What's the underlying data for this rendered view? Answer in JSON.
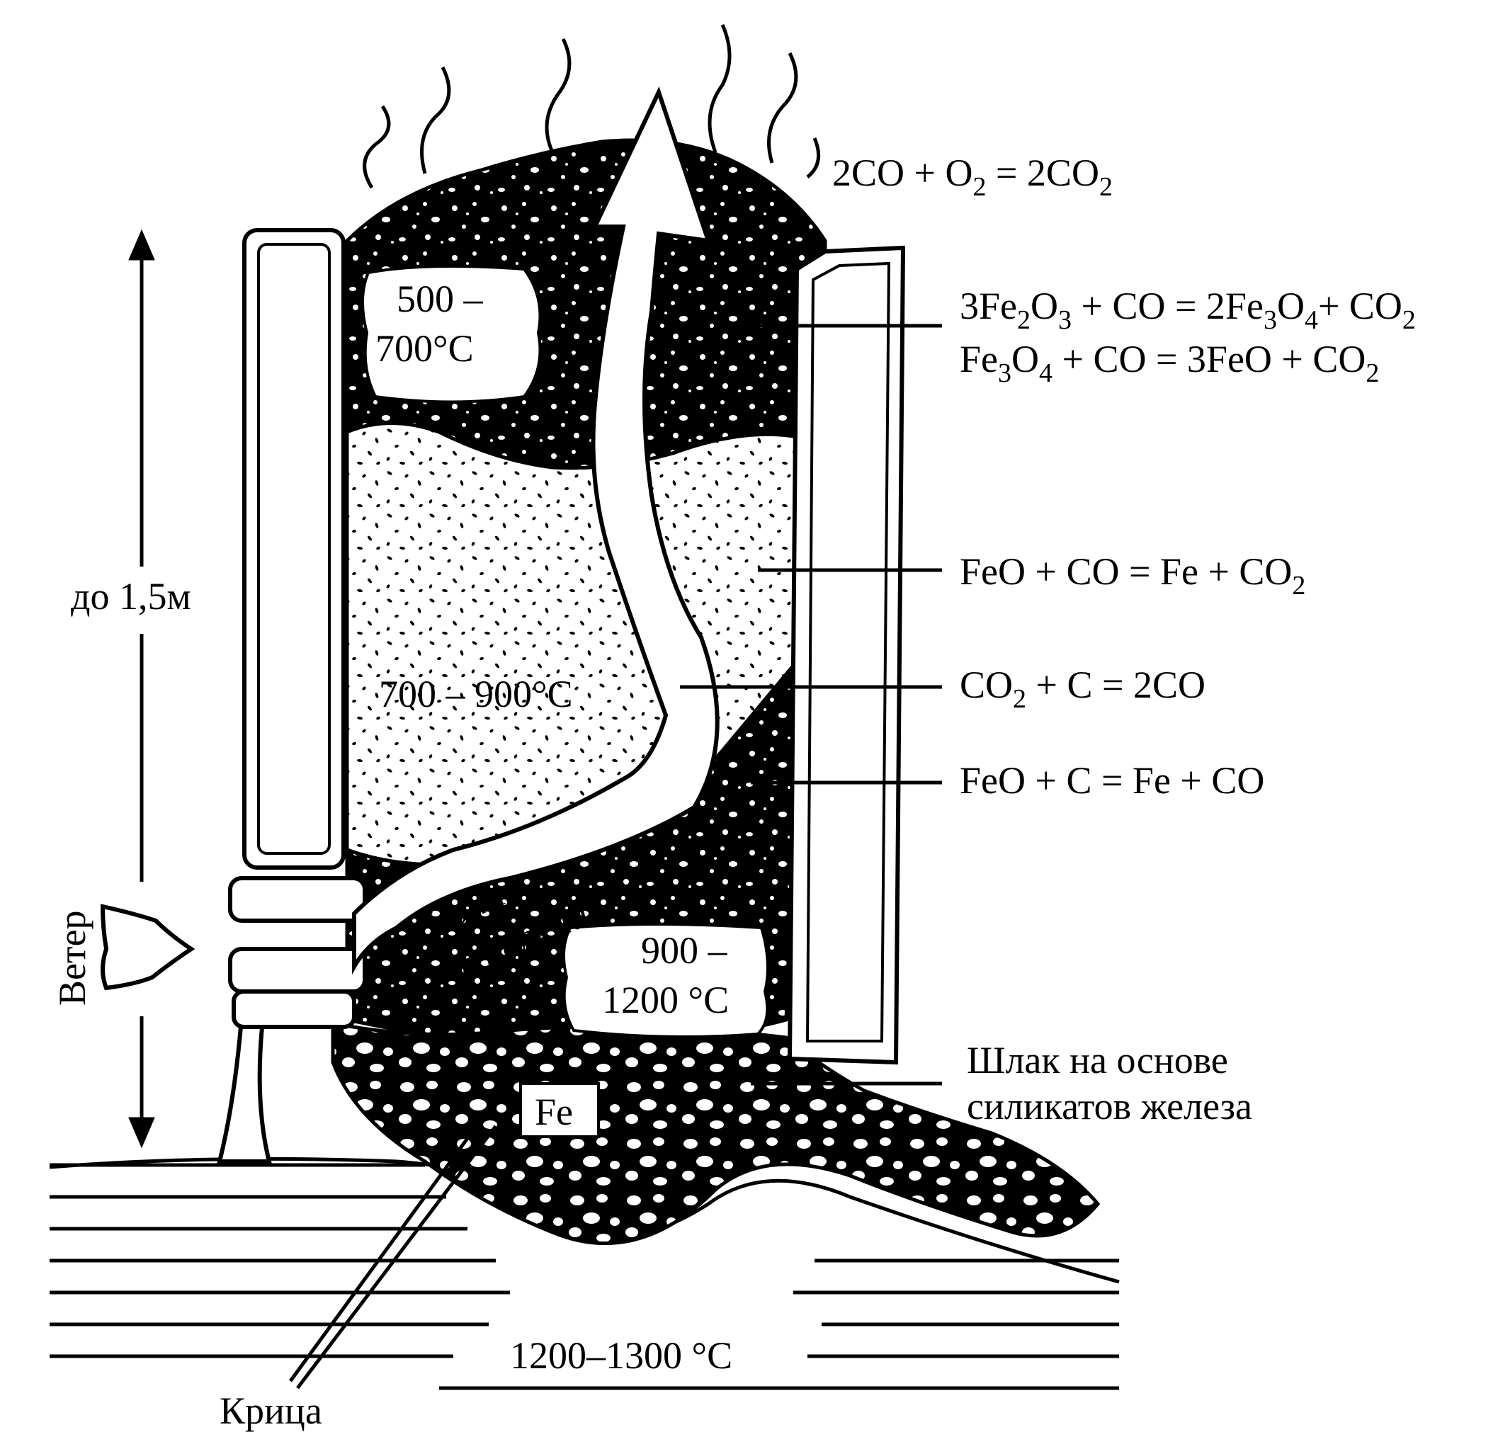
{
  "colors": {
    "ink": "#000000",
    "paper": "#ffffff"
  },
  "zones": {
    "top_temp_1": "500 –",
    "top_temp_2": "700°C",
    "mid_temp": "700  – 900°C",
    "low_temp_1": "900 –",
    "low_temp_2": "1200 °C",
    "bottom_temp": "1200–1300 °C",
    "oxidation_1": "Зона",
    "oxidation_2": "окисления",
    "bloom_symbol": "Fe"
  },
  "labels": {
    "height": "до 1,5м",
    "wind": "Ветер",
    "slag_1": "Шлак на основе",
    "slag_2": "силикатов железа",
    "bloom": "Крица"
  },
  "reactions": {
    "r1": {
      "p1": "2CO + O",
      "s1": "2",
      "p2": " = 2CO",
      "s2": "2"
    },
    "r2": {
      "p1": "3Fe",
      "s1": "2",
      "p2": "O",
      "s2": "3",
      "p3": " + CO = 2Fe",
      "s3": "3",
      "p4": "O",
      "s4": "4",
      "p5": "+ CO",
      "s5": "2"
    },
    "r3": {
      "p1": "Fe",
      "s1": "3",
      "p2": "O",
      "s2": "4",
      "p3": " + CO = 3FeO + CO",
      "s3": "2"
    },
    "r4": {
      "p1": "FeO + CO = Fe + CO",
      "s1": "2"
    },
    "r5": {
      "p1": "CO",
      "s1": "2",
      "p2": " + C = 2CO"
    },
    "r6": {
      "p1": "FeO + C = Fe + CO"
    }
  }
}
